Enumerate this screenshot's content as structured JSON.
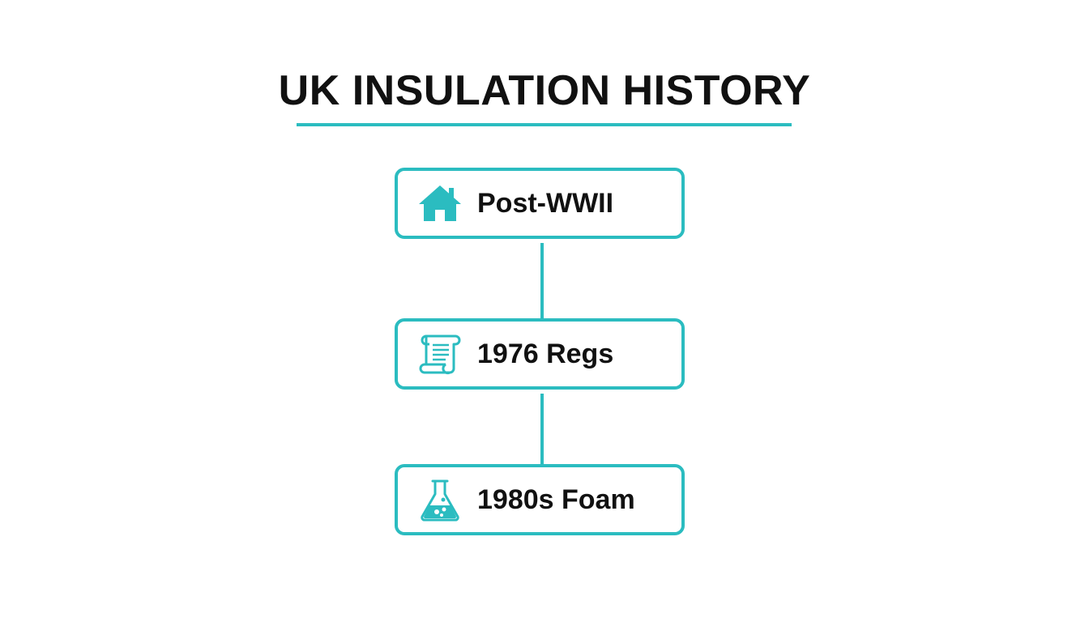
{
  "title": "UK INSULATION HISTORY",
  "accent_color": "#2bbcc0",
  "timeline": [
    {
      "label": "Post-WWII",
      "icon": "house-icon"
    },
    {
      "label": "1976 Regs",
      "icon": "scroll-icon"
    },
    {
      "label": "1980s Foam",
      "icon": "flask-icon"
    }
  ]
}
